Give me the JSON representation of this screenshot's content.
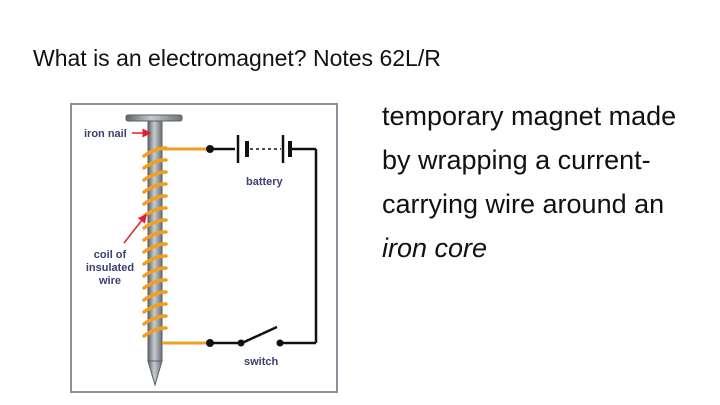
{
  "slide": {
    "title": "What is an electromagnet? Notes 62L/R",
    "definition": {
      "part1": "temporary magnet made by wrapping a current-carrying wire around an ",
      "emphasis": "iron core"
    }
  },
  "diagram": {
    "labels": {
      "iron_nail": "iron nail",
      "battery": "battery",
      "coil_line1": "coil of",
      "coil_line2": "insulated",
      "coil_line3": "wire",
      "switch": "switch"
    },
    "colors": {
      "label_text": "#3a3f73",
      "arrow": "#e0202a",
      "coil": "#f0a020",
      "nail": "#8e959c",
      "wire": "#111111",
      "border": "#8b929b"
    }
  }
}
